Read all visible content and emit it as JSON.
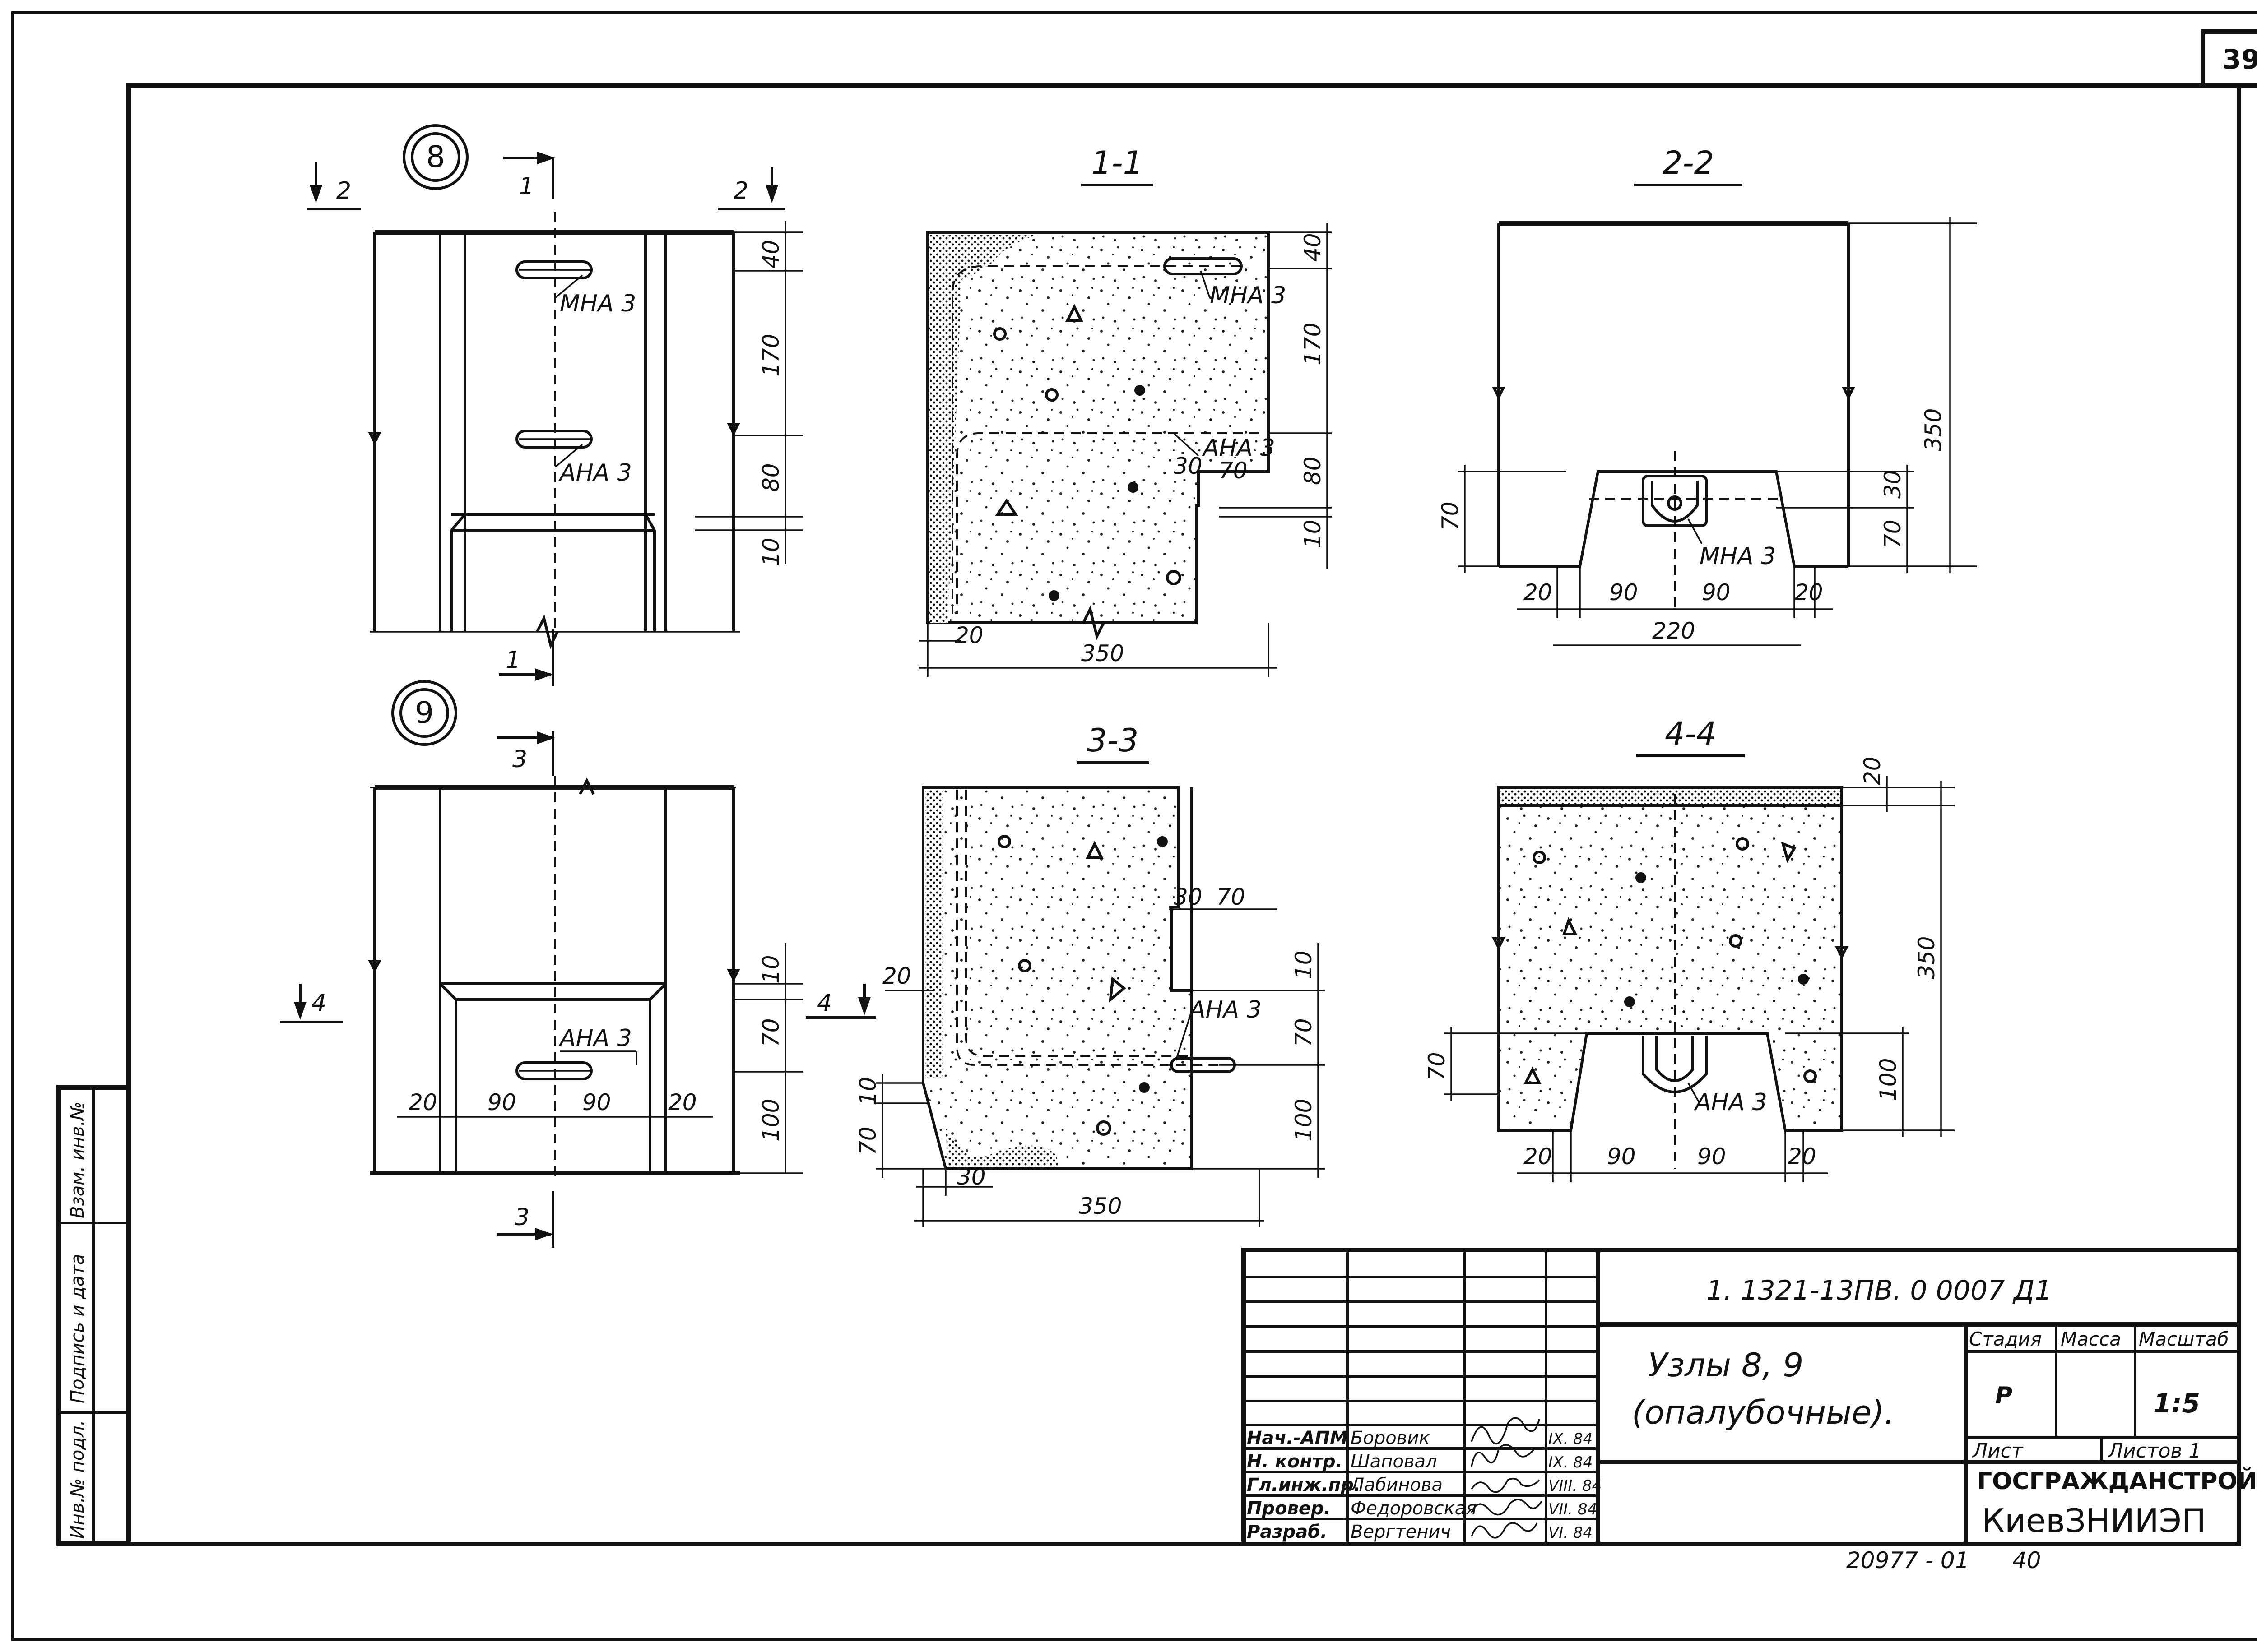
{
  "sheet_number": "39",
  "views": {
    "node8": {
      "circle_label": "8",
      "cut_1": "1",
      "cut_2": "2",
      "rebar_top": "МНА 3",
      "rebar_mid": "АНА 3",
      "dims": [
        "40",
        "170",
        "80",
        "10"
      ]
    },
    "node9": {
      "circle_label": "9",
      "cut_3": "3",
      "cut_4": "4",
      "rebar": "АНА 3",
      "dims_right": [
        "10",
        "70",
        "100"
      ],
      "dims_bottom": [
        "20",
        "90",
        "90",
        "20"
      ]
    },
    "sec11": {
      "title": "1-1",
      "rebar_top": "МНА 3",
      "rebar_mid": "АНА 3",
      "dims_right": [
        "40",
        "170",
        "80",
        "10"
      ],
      "notch_dims": [
        "30",
        "70"
      ],
      "dim_20": "20",
      "dim_350": "350"
    },
    "sec22": {
      "title": "2-2",
      "rebar": "МНА 3",
      "dim_70_left": "70",
      "dims_right": [
        "30",
        "70"
      ],
      "dim_350": "350",
      "dims_bottom": [
        "20",
        "90",
        "90",
        "20"
      ],
      "dim_220": "220"
    },
    "sec33": {
      "title": "3-3",
      "rebar": "АНА 3",
      "notch_dims": [
        "30",
        "70"
      ],
      "dim_20": "20",
      "dims_right": [
        "10",
        "70",
        "100"
      ],
      "dims_left": [
        "10",
        "70"
      ],
      "dim_30": "30",
      "dim_350": "350"
    },
    "sec44": {
      "title": "4-4",
      "rebar": "АНА 3",
      "dim_20": "20",
      "dim_350": "350",
      "dim_100": "100",
      "dim_70": "70",
      "dims_bottom": [
        "20",
        "90",
        "90",
        "20"
      ]
    }
  },
  "side_stamp": {
    "cells": [
      "Взам. инв.№",
      "Подпись и дата",
      "Инв.№ подл."
    ]
  },
  "title_block": {
    "doc_code": "1. 1321-13ПВ. 0   0007 Д1",
    "title_line1": "Узлы  8,  9",
    "title_line2": "(опалубочные).",
    "stage_hdr": "Стадия",
    "mass_hdr": "Масса",
    "scale_hdr": "Масштаб",
    "stage": "Р",
    "scale": "1:5",
    "sheet_lbl": "Лист",
    "sheets_lbl": "Листов 1",
    "org1": "ГОСГРАЖДАНСТРОЙ",
    "org2": "КиевЗНИИЭП",
    "rows": [
      {
        "role": "Нач.-АПМ",
        "name": "Боровик",
        "date": "IX. 84"
      },
      {
        "role": "Н. контр.",
        "name": "Шаповал",
        "date": "IX. 84"
      },
      {
        "role": "Гл.инж.пр.",
        "name": "Лабинова",
        "date": "VIII. 84"
      },
      {
        "role": "Провер.",
        "name": "Федоровская",
        "date": "VII. 84"
      },
      {
        "role": "Разраб.",
        "name": "Вергтенич",
        "date": "VI. 84"
      }
    ]
  },
  "footer_note": "20977 - 01      40"
}
